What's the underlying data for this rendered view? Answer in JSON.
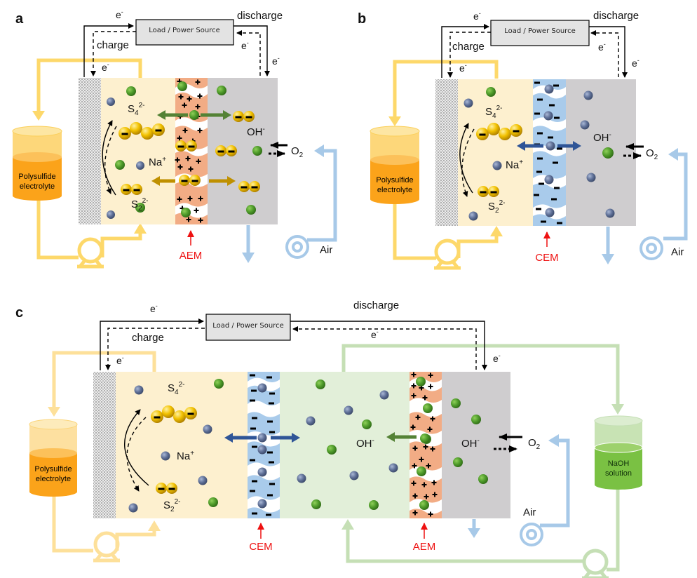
{
  "figure": {
    "panels": [
      {
        "id": "a",
        "label": "a",
        "box_label": "Load / Power Source",
        "discharge_label": "discharge",
        "charge_label": "charge",
        "electron_label": "e",
        "electron_sup": "-",
        "tank_label_line1": "Polysulfide",
        "tank_label_line2": "electrolyte",
        "species": {
          "s4": "S",
          "s4_sub": "4",
          "s4_sup": "2-",
          "s2": "S",
          "s2_sub": "2",
          "s2_sup": "2-",
          "na": "Na",
          "na_sup": "+",
          "oh": "OH",
          "oh_sup": "-",
          "o2": "O",
          "o2_sub": "2"
        },
        "membrane_label": "AEM",
        "air_label": "Air"
      },
      {
        "id": "b",
        "label": "b",
        "box_label": "Load / Power Source",
        "discharge_label": "discharge",
        "charge_label": "charge",
        "electron_label": "e",
        "electron_sup": "-",
        "tank_label_line1": "Polysulfide",
        "tank_label_line2": "electrolyte",
        "species": {
          "s4": "S",
          "s4_sub": "4",
          "s4_sup": "2-",
          "s2": "S",
          "s2_sub": "2",
          "s2_sup": "2-",
          "na": "Na",
          "na_sup": "+",
          "oh": "OH",
          "oh_sup": "-",
          "o2": "O",
          "o2_sub": "2"
        },
        "membrane_label": "CEM",
        "air_label": "Air"
      },
      {
        "id": "c",
        "label": "c",
        "box_label": "Load / Power Source",
        "discharge_label": "discharge",
        "charge_label": "charge",
        "electron_label": "e",
        "electron_sup": "-",
        "tank_label_line1": "Polysulfide",
        "tank_label_line2": "electrolyte",
        "tank2_label_line1": "NaOH",
        "tank2_label_line2": "solution",
        "species": {
          "s4": "S",
          "s4_sub": "4",
          "s4_sup": "2-",
          "s2": "S",
          "s2_sub": "2",
          "s2_sup": "2-",
          "na": "Na",
          "na_sup": "+",
          "oh": "OH",
          "oh_sup": "-",
          "o2": "O",
          "o2_sub": "2"
        },
        "membrane1_label": "CEM",
        "membrane2_label": "AEM",
        "air_label": "Air"
      }
    ],
    "colors": {
      "polysulfide_chamber": "#fdf0cf",
      "air_chamber": "#cfcdcf",
      "naoh_chamber": "#e2efd9",
      "aem": "#f2ac85",
      "cem": "#a9cbeb",
      "yellow_pipe": "#fdd86a",
      "blue_pipe": "#a7c9e8",
      "green_pipe": "#c5dfb5",
      "oh_arrow": "#548235",
      "na_arrow": "#2f5597",
      "s2_arrow": "#bf9000",
      "membrane_label": "#ee1111",
      "tank_orange": "#fba31a",
      "tank_green": "#7ac143"
    }
  }
}
